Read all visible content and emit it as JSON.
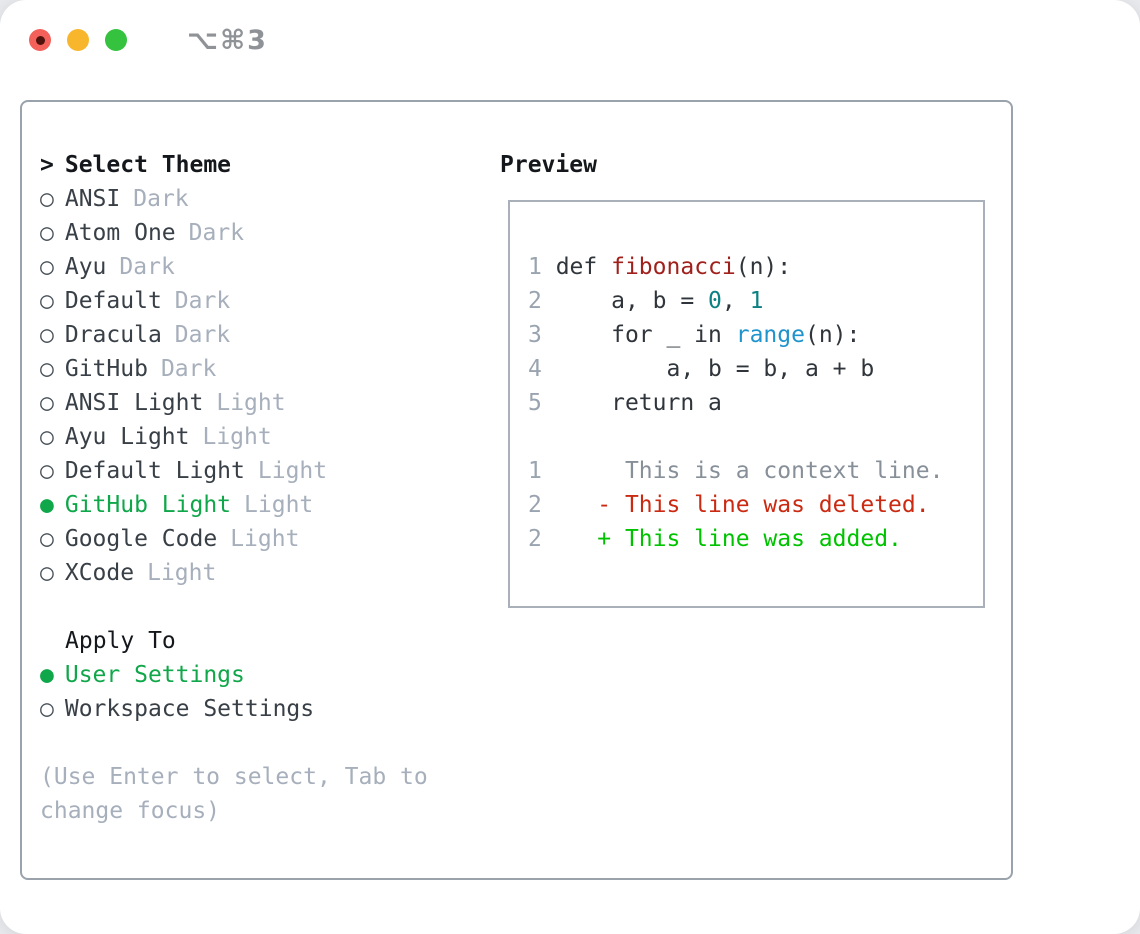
{
  "window": {
    "title": "⌥⌘3",
    "traffic_lights": {
      "close": "close-button",
      "minimize": "minimize-button",
      "zoom": "zoom-button"
    }
  },
  "theme_picker": {
    "header": {
      "pointer": ">",
      "label": "Select Theme"
    },
    "items": [
      {
        "name": "ANSI",
        "tag": "Dark",
        "selected": false
      },
      {
        "name": "Atom One",
        "tag": "Dark",
        "selected": false
      },
      {
        "name": "Ayu",
        "tag": "Dark",
        "selected": false
      },
      {
        "name": "Default",
        "tag": "Dark",
        "selected": false
      },
      {
        "name": "Dracula",
        "tag": "Dark",
        "selected": false
      },
      {
        "name": "GitHub",
        "tag": "Dark",
        "selected": false
      },
      {
        "name": "ANSI Light",
        "tag": "Light",
        "selected": false
      },
      {
        "name": "Ayu Light",
        "tag": "Light",
        "selected": false
      },
      {
        "name": "Default Light",
        "tag": "Light",
        "selected": false
      },
      {
        "name": "GitHub Light",
        "tag": "Light",
        "selected": true
      },
      {
        "name": "Google Code",
        "tag": "Light",
        "selected": false
      },
      {
        "name": "XCode",
        "tag": "Light",
        "selected": false
      }
    ],
    "apply_to": {
      "label": "Apply To",
      "options": [
        {
          "name": "User Settings",
          "selected": true
        },
        {
          "name": "Workspace Settings",
          "selected": false
        }
      ]
    },
    "hint_lines": [
      "(Use Enter to select, Tab to",
      "change focus)"
    ],
    "radio_glyphs": {
      "selected": "●",
      "unselected": "○"
    }
  },
  "preview": {
    "label": "Preview",
    "lines": [
      {
        "tokens": [
          {
            "t": "1",
            "c": "lineno"
          },
          {
            "t": " def ",
            "c": "code"
          },
          {
            "t": "fibonacci",
            "c": "function"
          },
          {
            "t": "(n):",
            "c": "code"
          }
        ]
      },
      {
        "tokens": [
          {
            "t": "2",
            "c": "lineno"
          },
          {
            "t": "     a, b = ",
            "c": "code"
          },
          {
            "t": "0",
            "c": "number"
          },
          {
            "t": ", ",
            "c": "code"
          },
          {
            "t": "1",
            "c": "number"
          }
        ]
      },
      {
        "tokens": [
          {
            "t": "3",
            "c": "lineno"
          },
          {
            "t": "     for _ in ",
            "c": "code"
          },
          {
            "t": "range",
            "c": "builtin"
          },
          {
            "t": "(n):",
            "c": "code"
          }
        ]
      },
      {
        "tokens": [
          {
            "t": "4",
            "c": "lineno"
          },
          {
            "t": "         a, b = b, a + b",
            "c": "code"
          }
        ]
      },
      {
        "tokens": [
          {
            "t": "5",
            "c": "lineno"
          },
          {
            "t": "     return a",
            "c": "code"
          }
        ]
      },
      {
        "tokens": []
      },
      {
        "tokens": [
          {
            "t": "1",
            "c": "lineno"
          },
          {
            "t": "      This is a context line.",
            "c": "context"
          }
        ]
      },
      {
        "tokens": [
          {
            "t": "2",
            "c": "lineno"
          },
          {
            "t": "    ",
            "c": "code"
          },
          {
            "t": "- This line was deleted.",
            "c": "deleted"
          }
        ]
      },
      {
        "tokens": [
          {
            "t": "2",
            "c": "lineno"
          },
          {
            "t": "    ",
            "c": "code"
          },
          {
            "t": "+ This line was added.",
            "c": "added"
          }
        ]
      }
    ]
  },
  "colors": {
    "title": "#8f9296",
    "tl-red": "#f4605a",
    "tl-red-dot": "#4f120c",
    "tl-yellow": "#f8b62d",
    "tl-green": "#34c23f",
    "panel-border": "#9aa2ac",
    "box-border": "#a9b0ba",
    "heading": "#14181c",
    "item": "#383f46",
    "bullet": "#49525a",
    "muted": "#a6afbb",
    "green": "#10a74a",
    "lineno": "#9aa4b0",
    "code": "#2f353b",
    "function": "#a0211c",
    "number": "#0c8083",
    "builtin": "#1f94cc",
    "context": "#878f98",
    "deleted": "#cb2a12",
    "added": "#00c300"
  }
}
